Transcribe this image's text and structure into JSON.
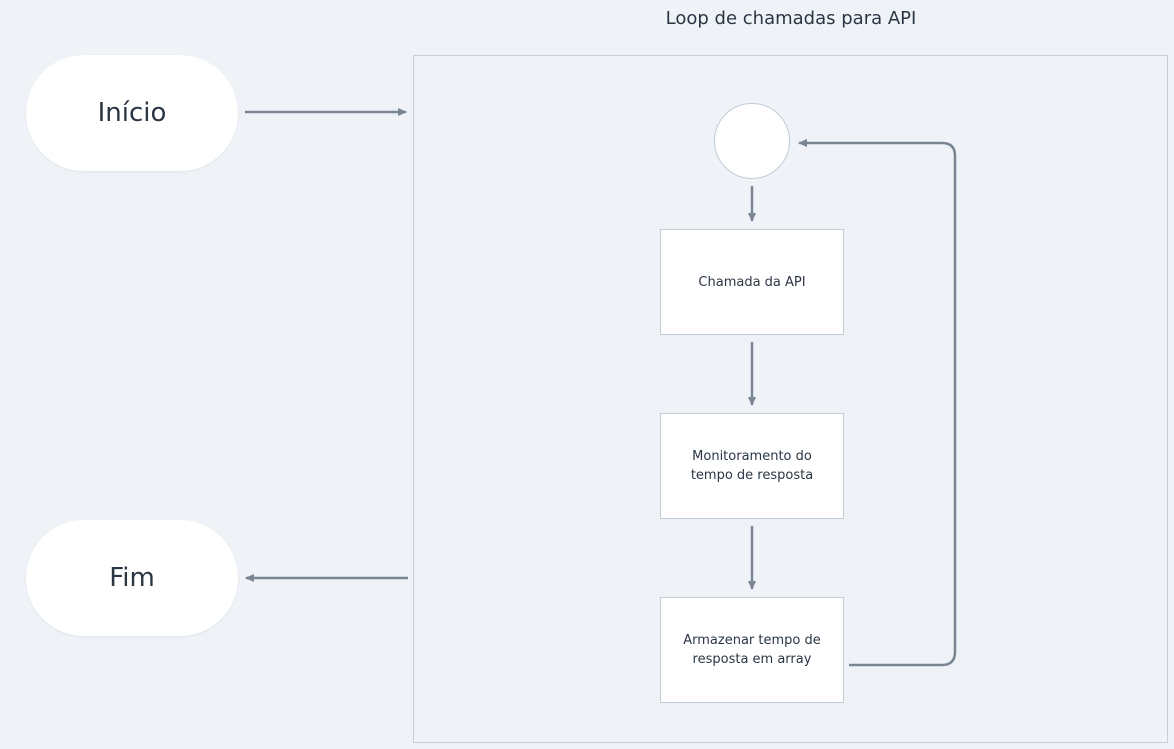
{
  "start": {
    "label": "Início"
  },
  "end": {
    "label": "Fim"
  },
  "loop": {
    "title": "Loop de chamadas para API",
    "steps": [
      {
        "label": "Chamada da API"
      },
      {
        "label": "Monitoramento do tempo de resposta"
      },
      {
        "label": "Armazenar tempo de resposta em array"
      }
    ]
  },
  "colors": {
    "background": "#eff3f7",
    "node_fill": "#ffffff",
    "connector": "#7a8594",
    "border": "#c2cbd6"
  }
}
